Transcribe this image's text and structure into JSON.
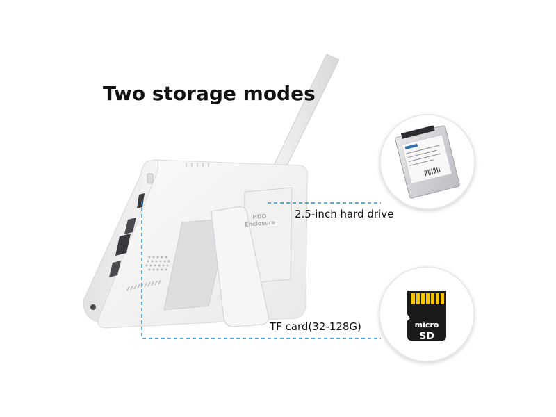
{
  "headline": "Two storage modes",
  "callouts": {
    "hard_drive": "2.5-inch hard drive",
    "tf_card": "TF card(32-128G)"
  },
  "panel_label": {
    "line1": "HDD",
    "line2": "Enclosure"
  },
  "sd_card": {
    "line1": "micro",
    "line2": "SD"
  },
  "colors": {
    "accent_dashed_line": "#1f8fd6",
    "headline_text": "#111111",
    "circle_border": "#e6e6e6",
    "sd_body": "#1a1a1a",
    "sd_contacts": "#f5c400"
  }
}
